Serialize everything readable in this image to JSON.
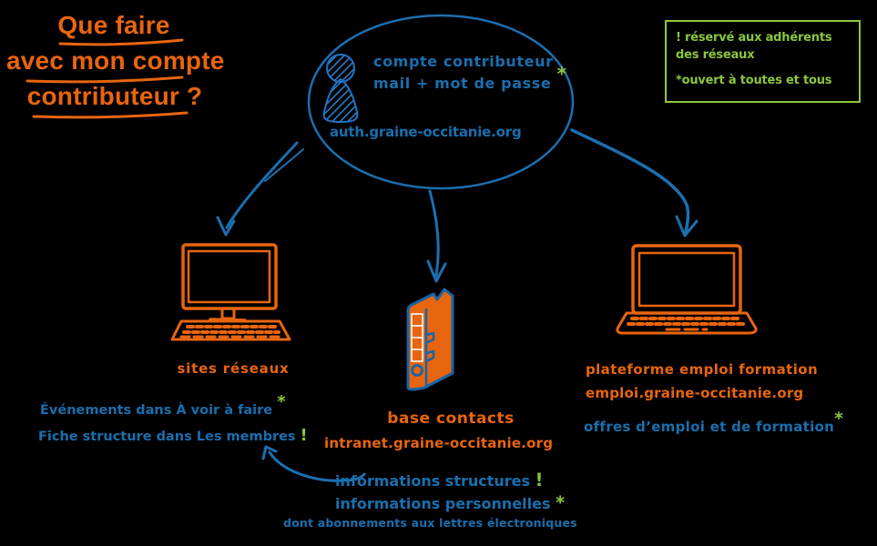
{
  "colors": {
    "background": "#000000",
    "orange": "#E8650F",
    "blue_text": "#1A6FAE",
    "blue_arrow": "#1C6FB0",
    "blue_icon_fill": "#2E82D2",
    "blue_icon_outline": "#1565A8",
    "green": "#8DC63F"
  },
  "title": {
    "line1": "Que faire",
    "line2": "avec mon compte",
    "line3": "contributeur ?"
  },
  "legend": {
    "line1": "! réservé aux adhérents",
    "line2": "des réseaux",
    "line3": "*ouvert à toutes et tous"
  },
  "account": {
    "line1": "compte contributeur",
    "line2": "mail + mot de passe",
    "asterisk": "*",
    "url": "auth.graine-occitanie.org"
  },
  "sites": {
    "label": "sites réseaux",
    "note1": "Événements dans À voir à faire",
    "note1_marker": "*",
    "note2": "Fiche structure dans Les membres",
    "note2_marker": "!"
  },
  "contacts": {
    "title": "base contacts",
    "url": "intranet.graine-occitanie.org",
    "note1": "informations structures",
    "note1_marker": "!",
    "note2": "informations personnelles",
    "note2_marker": "*",
    "note3": "dont abonnements aux lettres électroniques"
  },
  "emploi": {
    "title": "plateforme emploi formation",
    "url": "emploi.graine-occitanie.org",
    "note": "offres d’emploi et de formation",
    "note_marker": "*"
  },
  "icons": {
    "person": "person-icon",
    "desktop": "desktop-computer-icon",
    "binder": "binder-icon",
    "laptop": "laptop-icon"
  }
}
